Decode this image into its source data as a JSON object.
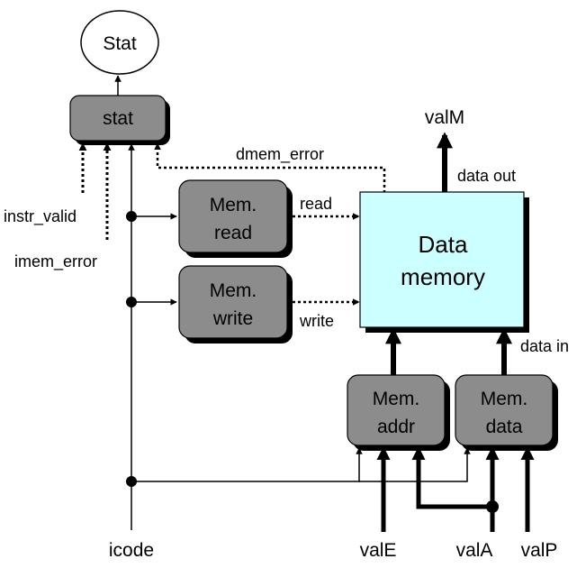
{
  "nodes": {
    "stat_ellipse": "Stat",
    "stat_block": "stat",
    "mem_read": [
      "Mem.",
      "read"
    ],
    "mem_write": [
      "Mem.",
      "write"
    ],
    "data_memory": [
      "Data",
      "memory"
    ],
    "mem_addr": [
      "Mem.",
      "addr"
    ],
    "mem_data": [
      "Mem.",
      "data"
    ]
  },
  "labels": {
    "valM": "valM",
    "data_out": "data out",
    "dmem_error": "dmem_error",
    "read": "read",
    "write": "write",
    "instr_valid": "instr_valid",
    "imem_error": "imem_error",
    "data_in": "data in",
    "icode": "icode",
    "valE": "valE",
    "valA": "valA",
    "valP": "valP"
  },
  "colors": {
    "control_block": "#8c8c8c",
    "data_memory": "#ccffff",
    "wire": "#000000",
    "shadow": "#000000"
  }
}
